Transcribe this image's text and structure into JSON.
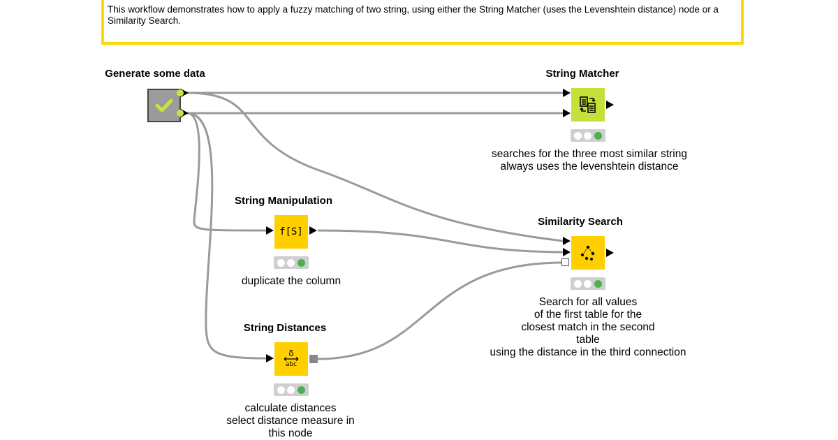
{
  "annotation": {
    "text": "This workflow demonstrates how to apply a fuzzy matching of two string, using either the String Matcher (uses the Levenshtein distance) node or a Similarity Search."
  },
  "colors": {
    "annotation_border": "#ffd800",
    "node_yellow": "#ffcf00",
    "string_matcher_green": "#c4e03a",
    "generate_gray": "#9b9b9b",
    "check_green": "#c6e53b",
    "wire_gray": "#999999",
    "status_green": "#4caf50"
  },
  "nodes": {
    "generate": {
      "title": "Generate some data",
      "icon": "checkmark-icon"
    },
    "string_matcher": {
      "title": "String Matcher",
      "icon": "string-matcher-icon",
      "description": [
        "searches for the three most similar string",
        "always uses the levenshtein distance"
      ]
    },
    "string_manipulation": {
      "title": "String Manipulation",
      "icon": "string-manipulation-icon",
      "icon_text": "f[S]",
      "description": [
        "duplicate the column"
      ]
    },
    "similarity_search": {
      "title": "Similarity Search",
      "icon": "similarity-search-icon",
      "description": [
        "Search for all values",
        "of the first table for the",
        "closest match in the second",
        "table",
        "using the distance in the third connection"
      ]
    },
    "string_distances": {
      "title": "String Distances",
      "icon": "string-distances-icon",
      "icon_top": "δ",
      "icon_bottom": "abc",
      "description": [
        "calculate distances",
        "select distance measure in",
        "this node"
      ]
    }
  }
}
